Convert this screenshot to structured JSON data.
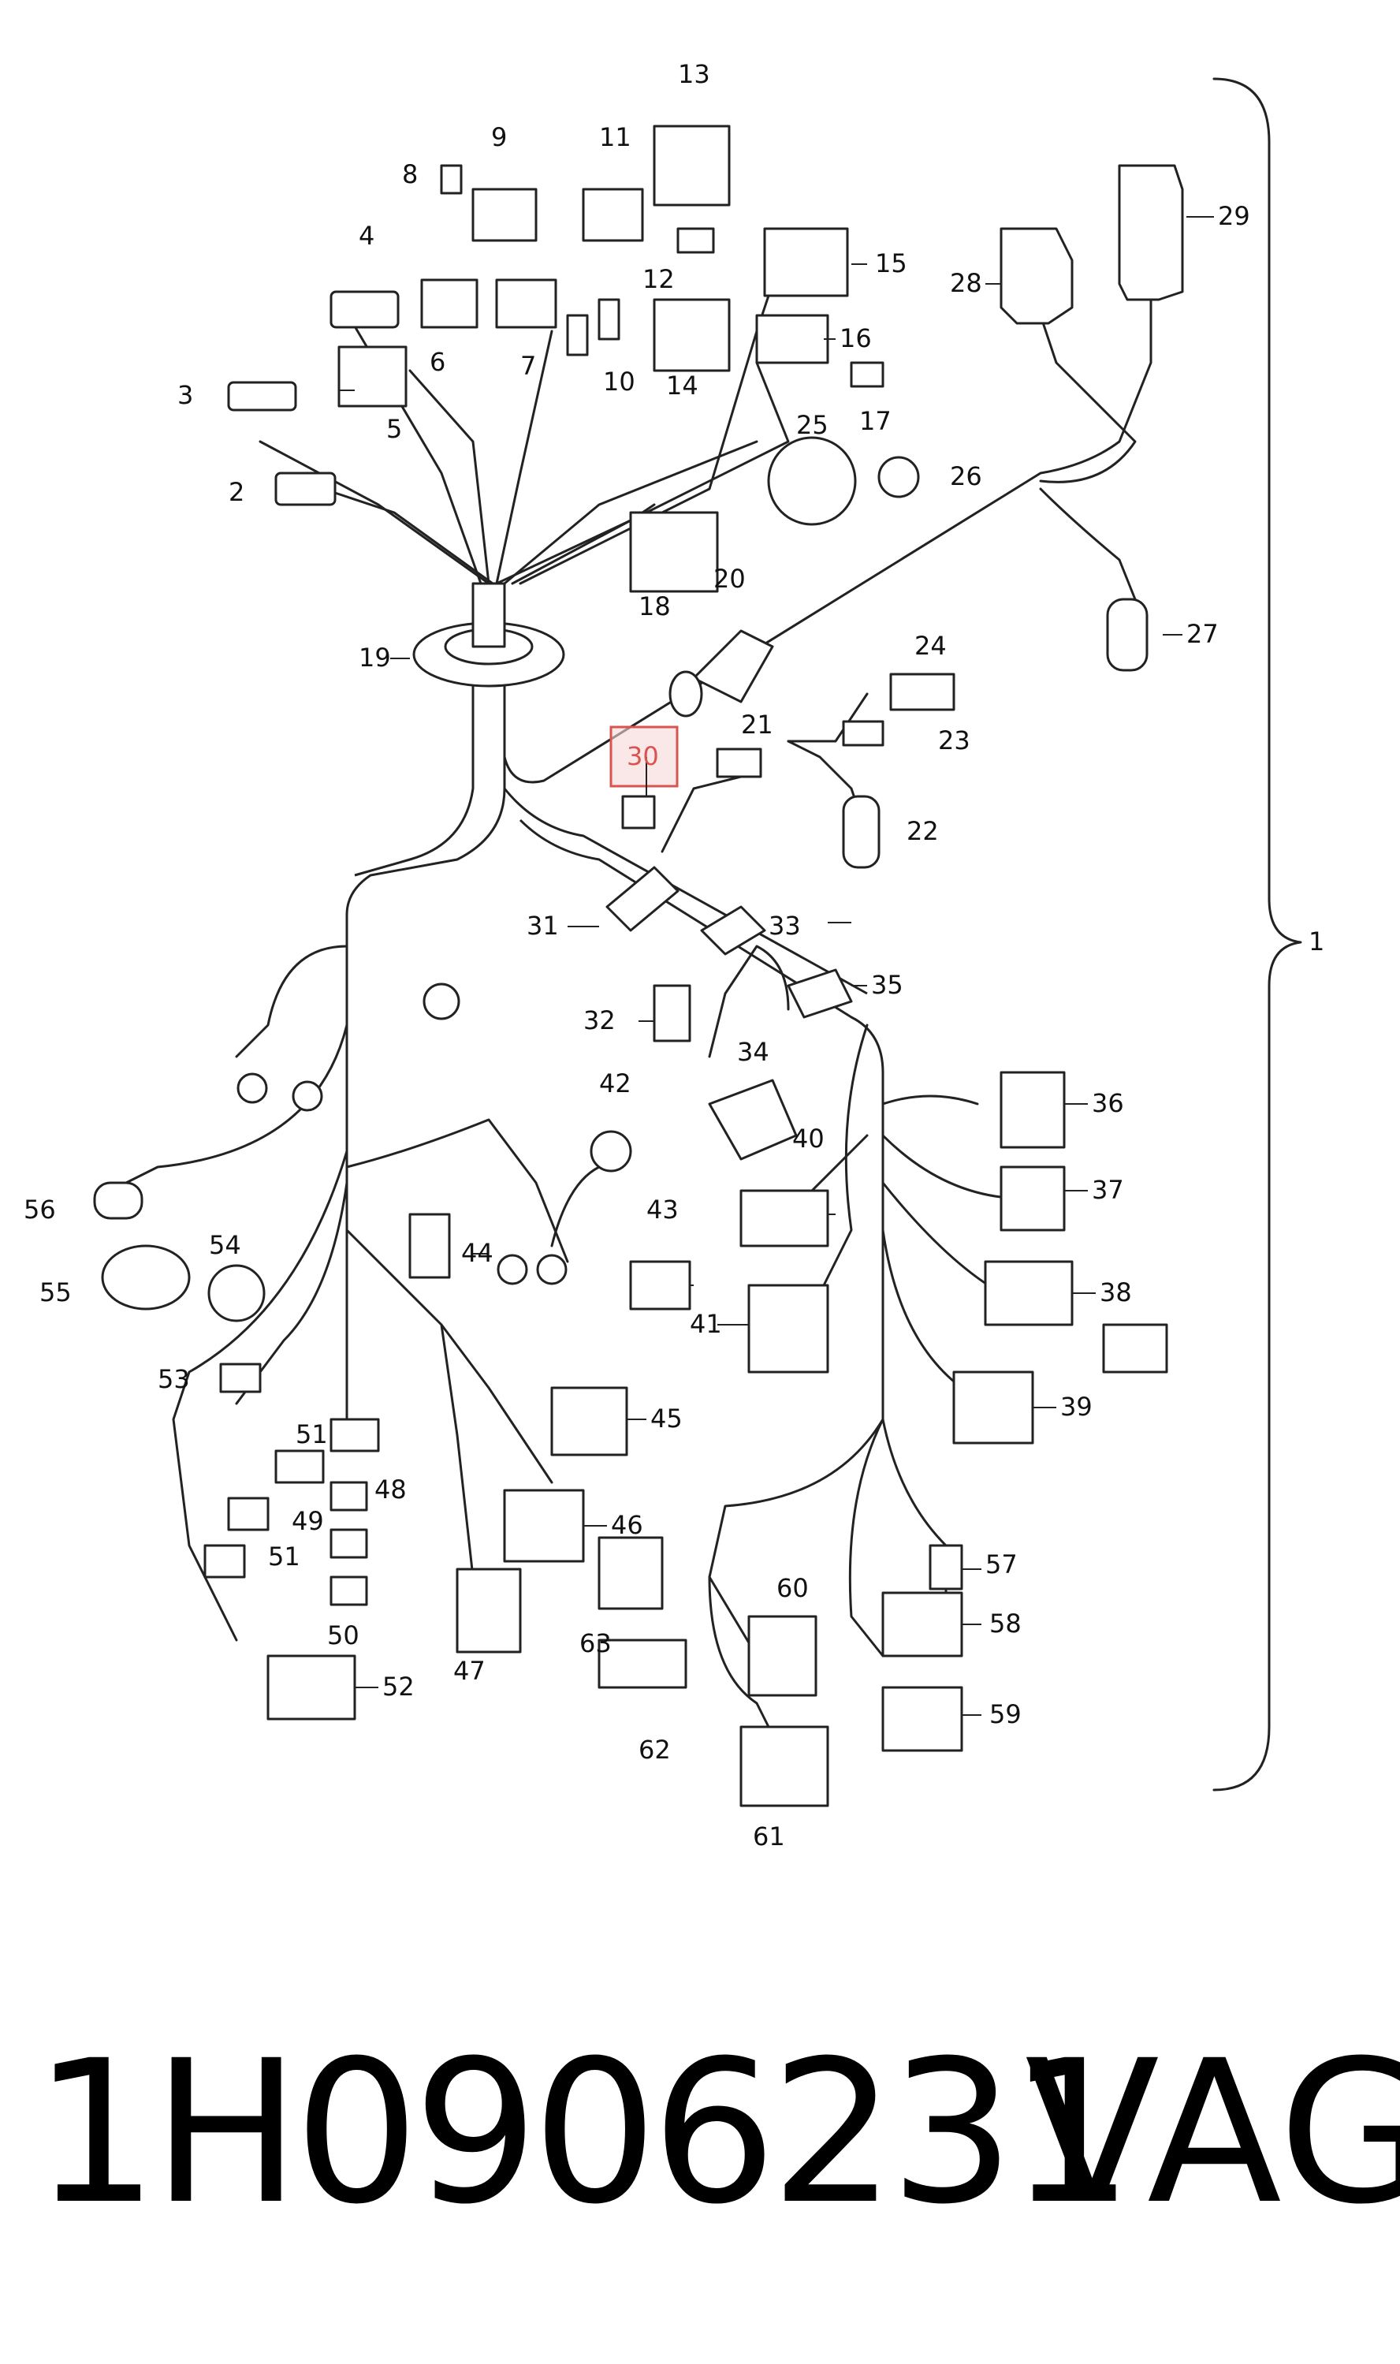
{
  "diagram": {
    "callouts": [
      "1",
      "2",
      "3",
      "4",
      "5",
      "6",
      "7",
      "8",
      "9",
      "10",
      "11",
      "12",
      "13",
      "14",
      "15",
      "16",
      "17",
      "18",
      "19",
      "20",
      "21",
      "22",
      "23",
      "24",
      "25",
      "26",
      "27",
      "28",
      "29",
      "30",
      "31",
      "32",
      "33",
      "34",
      "35",
      "36",
      "37",
      "38",
      "39",
      "40",
      "41",
      "42",
      "43",
      "44",
      "45",
      "46",
      "47",
      "48",
      "49",
      "50",
      "51",
      "51",
      "52",
      "53",
      "54",
      "55",
      "56",
      "57",
      "58",
      "59",
      "60",
      "61",
      "62",
      "63"
    ],
    "highlighted_callout": "30",
    "highlight_color": "#d9534f"
  },
  "footer": {
    "part_number": "1H0906231",
    "brand": "VAG"
  }
}
